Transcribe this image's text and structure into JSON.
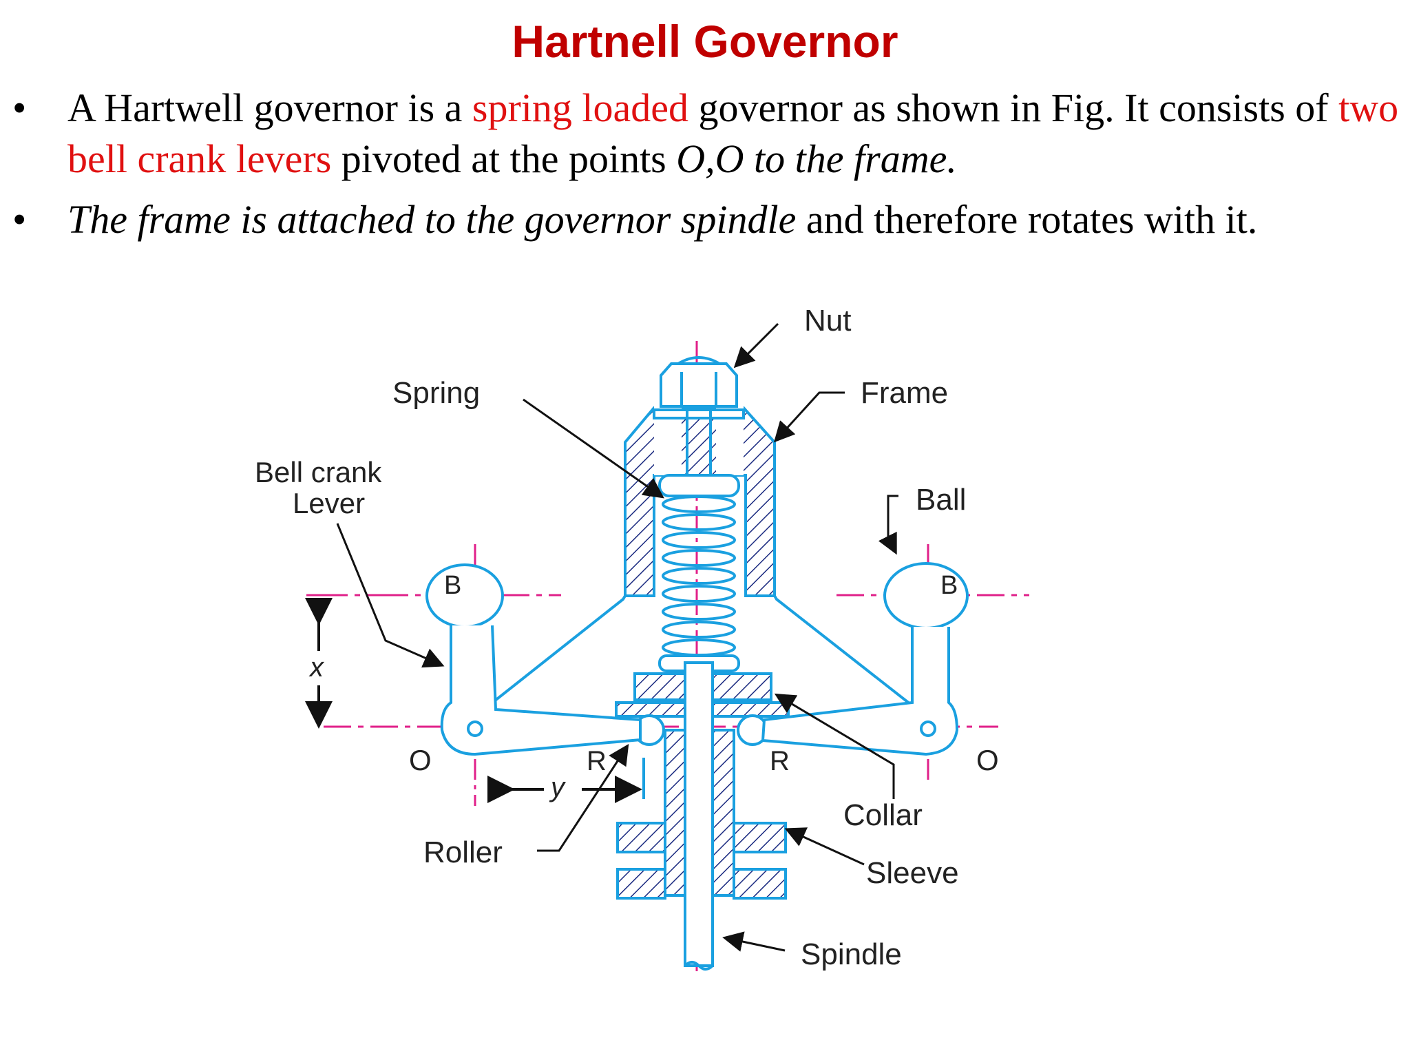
{
  "title": "Hartnell Governor",
  "bullets": [
    {
      "parts": [
        {
          "text": "A Hartwell governor is a ",
          "style": "normal"
        },
        {
          "text": "spring loaded",
          "style": "red"
        },
        {
          "text": " governor as shown in Fig. It consists of ",
          "style": "normal"
        },
        {
          "text": "two bell crank levers",
          "style": "red"
        },
        {
          "text": " pivoted at the points ",
          "style": "normal"
        },
        {
          "text": "O,O to the frame.",
          "style": "italic"
        }
      ]
    },
    {
      "parts": [
        {
          "text": "The frame is attached to the governor spindle",
          "style": "italic"
        },
        {
          "text": " and therefore rotates with it.",
          "style": "normal"
        }
      ]
    }
  ],
  "diagram": {
    "labels": {
      "nut": "Nut",
      "spring": "Spring",
      "frame": "Frame",
      "bell_crank": "Bell crank",
      "lever": "Lever",
      "ball": "Ball",
      "ball_left": "B",
      "ball_right": "B",
      "x": "x",
      "o_left": "O",
      "o_right": "O",
      "r_left": "R",
      "r_right": "R",
      "y": "y",
      "collar": "Collar",
      "roller": "Roller",
      "sleeve": "Sleeve",
      "spindle": "Spindle"
    },
    "colors": {
      "part": "#1aa0e0",
      "centerline": "#e0208a",
      "hatch": "#1a2a80",
      "arrow": "#111111"
    }
  }
}
